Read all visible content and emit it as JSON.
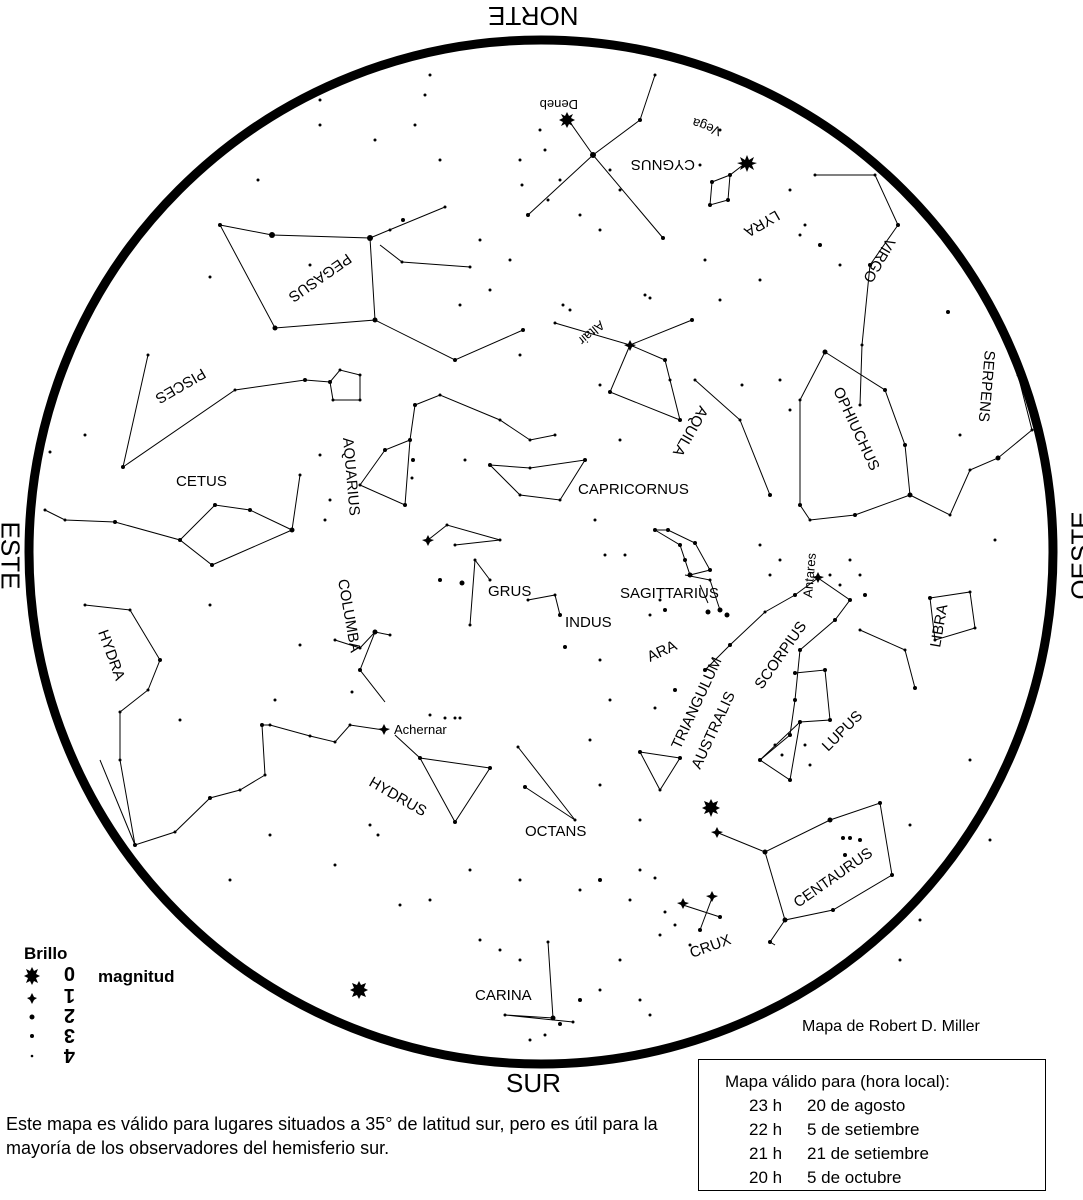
{
  "directions": {
    "north": "NORTE",
    "south": "SUR",
    "east": "ESTE",
    "west": "OESTE"
  },
  "constellations": {
    "cygnus": "CYGNUS",
    "lyra": "LYRA",
    "virgo": "VIRGO",
    "pegasus": "PEGASUS",
    "aquila": "AQUILA",
    "pisces": "PISCES",
    "serpens": "SERPENS",
    "ophiuchus": "OPHIUCHUS",
    "aquarius": "AQUARIUS",
    "capricornus": "CAPRICORNUS",
    "cetus": "CETUS",
    "grus": "GRUS",
    "sagittarius": "SAGITTARIUS",
    "columba": "COLUMBA",
    "indus": "INDUS",
    "libra": "LIBRA",
    "scorpius": "SCORPIUS",
    "hydra": "HYDRA",
    "ara": "ARA",
    "triangulum": "TRIANGULUM",
    "australis": "AUSTRALIS",
    "lupus": "LUPUS",
    "hydrus": "HYDRUS",
    "octans": "OCTANS",
    "centaurus": "CENTAURUS",
    "crux": "CRUX",
    "carina": "CARINA"
  },
  "stars": {
    "deneb": "Deneb",
    "vega": "Vega",
    "altair": "Altair",
    "antares": "Antares",
    "achernar": "Achernar"
  },
  "legend": {
    "title": "Brillo",
    "magnitude_label": "magnitud",
    "levels": [
      "0",
      "1",
      "2",
      "3",
      "4"
    ]
  },
  "credit": "Mapa de Robert D. Miller",
  "validity": {
    "title": "Mapa válido para (hora local):",
    "rows": [
      {
        "hour": "23 h",
        "date": "20 de agosto"
      },
      {
        "hour": "22 h",
        "date": "5 de setiembre"
      },
      {
        "hour": "21 h",
        "date": "21 de setiembre"
      },
      {
        "hour": "20 h",
        "date": "5 de octubre"
      }
    ]
  },
  "note": "Este mapa es válido para lugares situados a 35° de latitud sur, pero es útil para la mayoría de los observadores del hemisferio sur."
}
